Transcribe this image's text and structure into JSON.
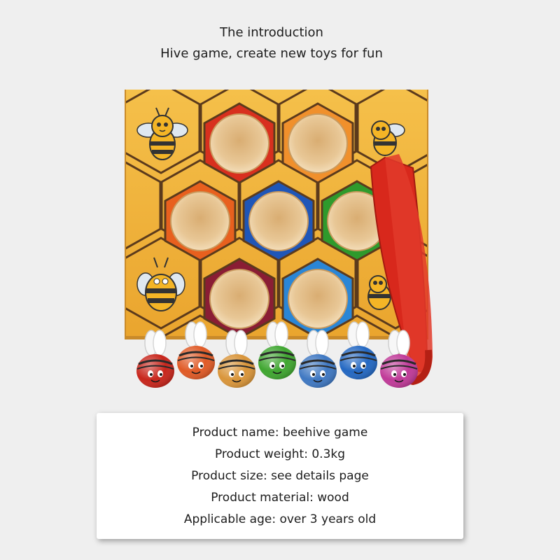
{
  "intro": {
    "title": "The introduction",
    "subtitle": "Hive game, create new toys for fun"
  },
  "product_image": {
    "icons": [
      "beehive-board",
      "bee-character",
      "bee-toy",
      "tongs"
    ],
    "colors": {
      "board": "#f2b33a",
      "hex_lines": "#5a3a1e",
      "cup_wood": "#e9c79a",
      "tongs": "#d8281c"
    },
    "bees": [
      {
        "color": "#c8261c"
      },
      {
        "color": "#e05a26"
      },
      {
        "color": "#d9953a"
      },
      {
        "color": "#3fa630"
      },
      {
        "color": "#3f78c2"
      },
      {
        "color": "#2468c2"
      },
      {
        "color": "#c03a98"
      }
    ]
  },
  "specs": [
    {
      "label": "Product name: beehive game"
    },
    {
      "label": "Product weight: 0.3kg"
    },
    {
      "label": "Product size: see details page"
    },
    {
      "label": "Product material: wood"
    },
    {
      "label": "Applicable age: over 3 years old"
    }
  ]
}
